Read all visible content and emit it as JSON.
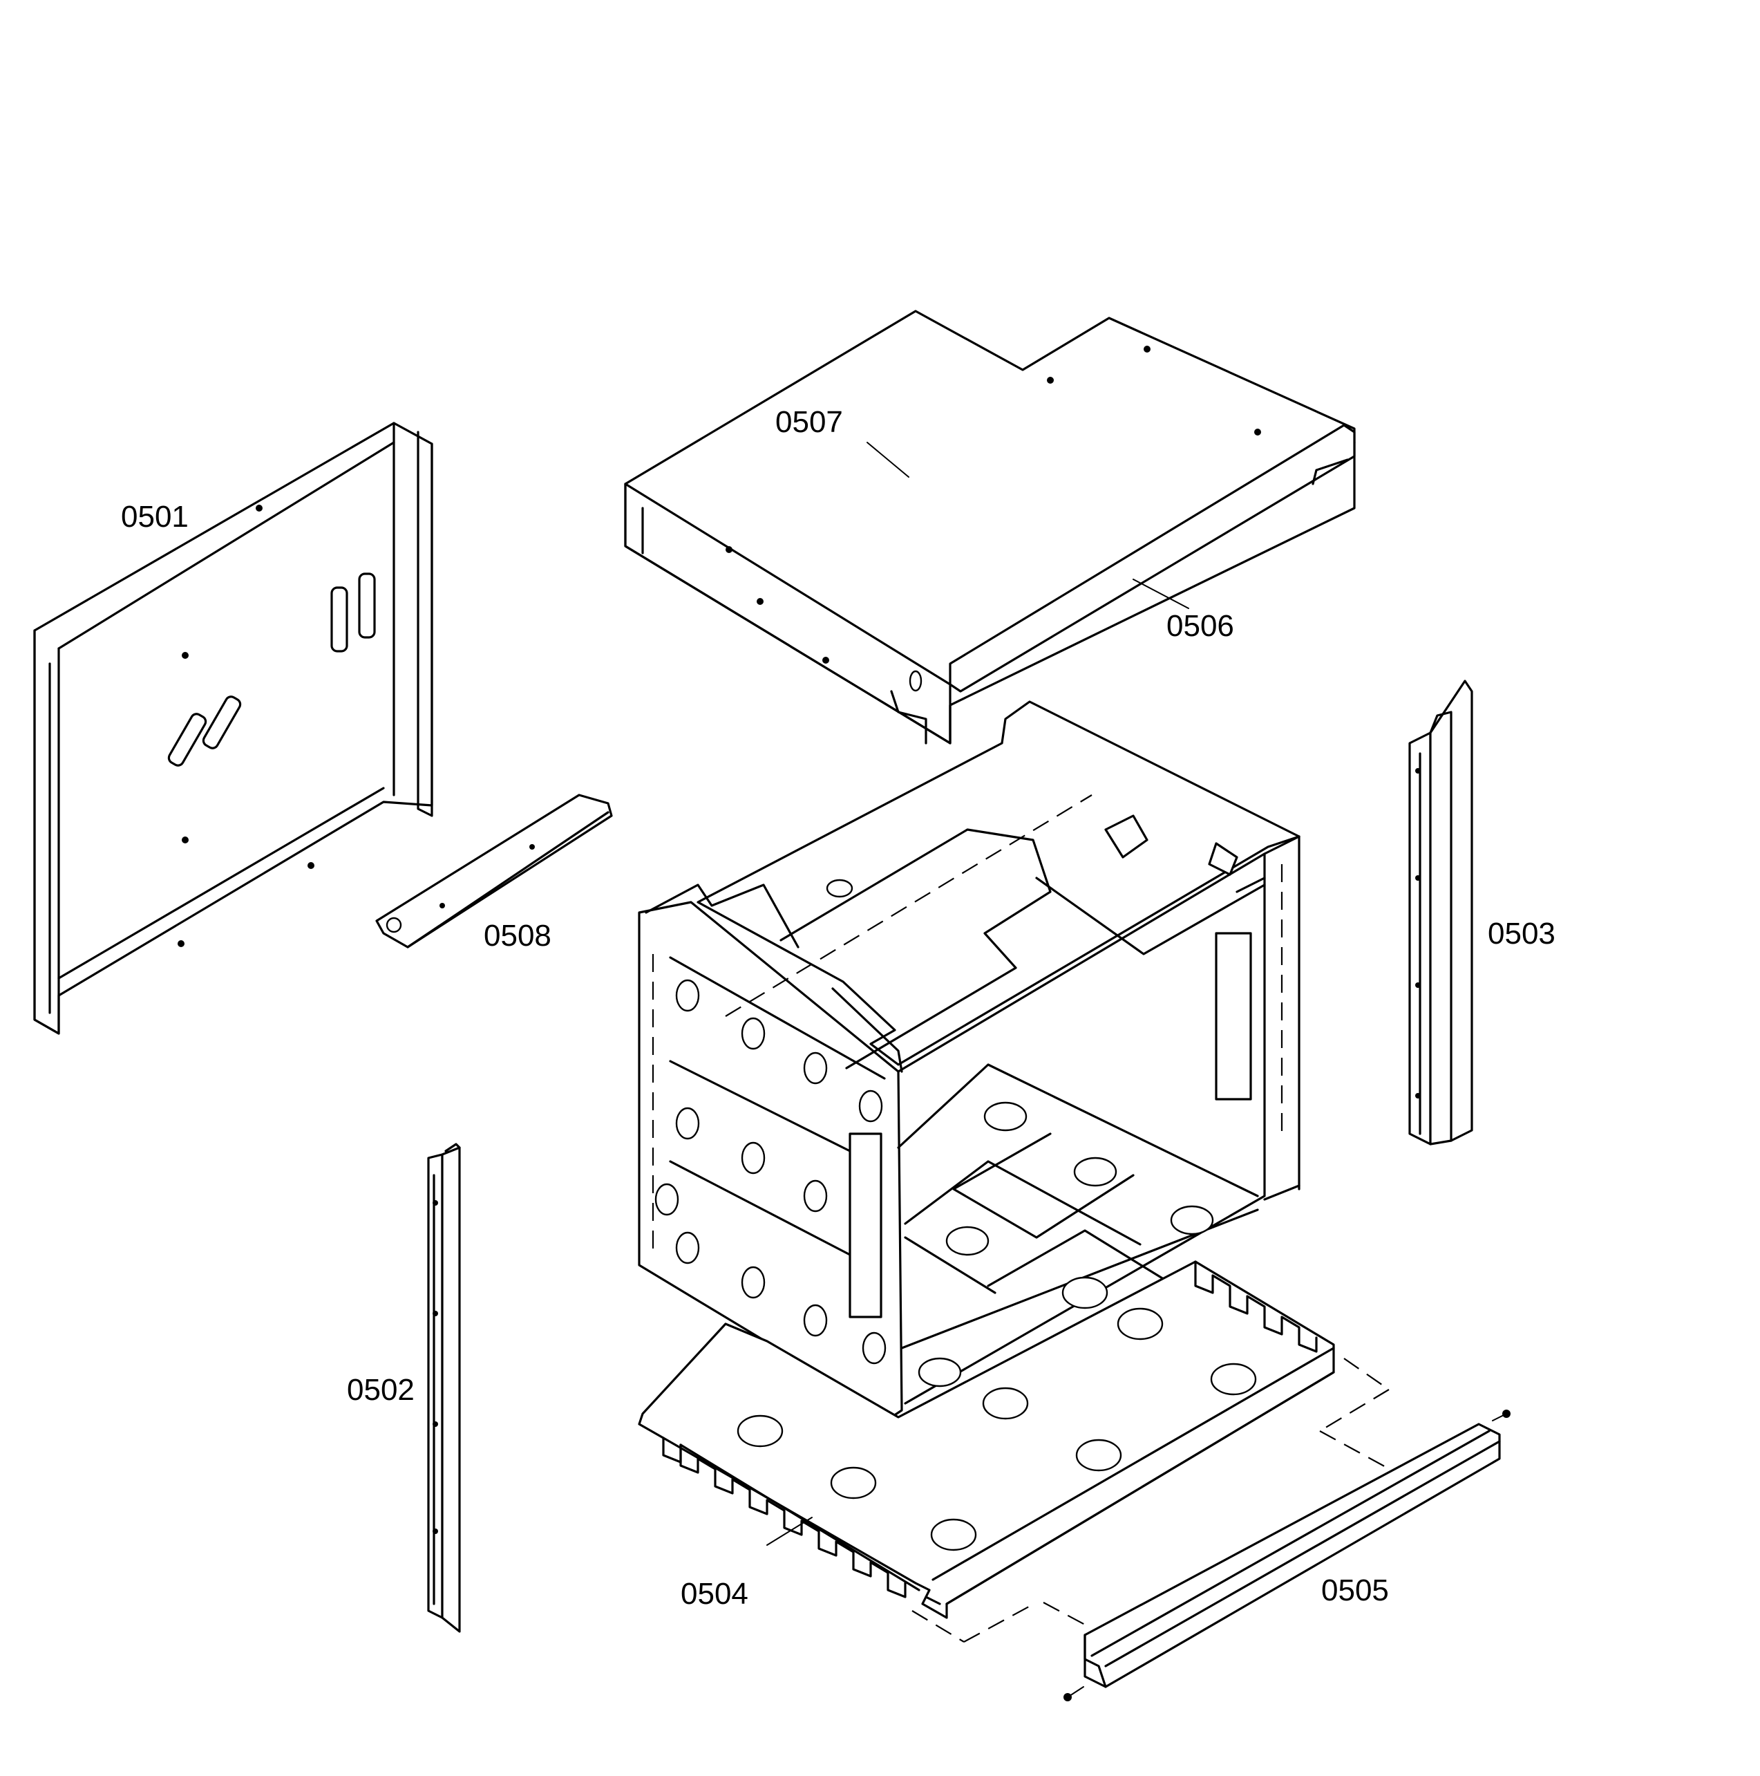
{
  "diagram": {
    "parts": [
      {
        "id": "p0501",
        "label": "0501"
      },
      {
        "id": "p0502",
        "label": "0502"
      },
      {
        "id": "p0503",
        "label": "0503"
      },
      {
        "id": "p0504",
        "label": "0504"
      },
      {
        "id": "p0505",
        "label": "0505"
      },
      {
        "id": "p0506",
        "label": "0506"
      },
      {
        "id": "p0507",
        "label": "0507"
      },
      {
        "id": "p0508",
        "label": "0508"
      }
    ]
  }
}
